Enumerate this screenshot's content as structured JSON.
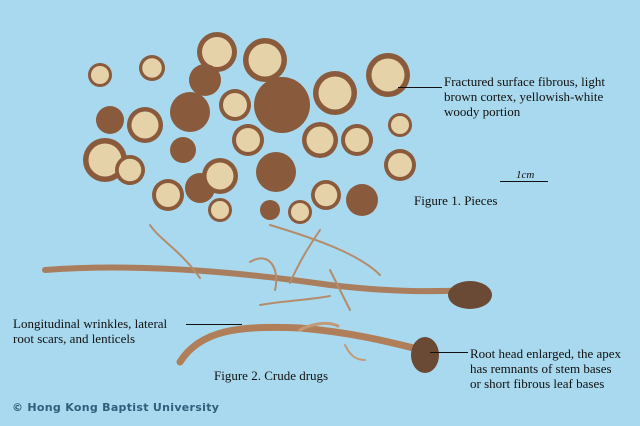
{
  "figure1": {
    "caption": "Figure 1. Pieces",
    "annotation": [
      "Fractured surface fibrous, light",
      "brown cortex, yellowish-white",
      "woody portion"
    ],
    "scale_label": "1cm"
  },
  "figure2": {
    "caption": "Figure 2. Crude drugs",
    "annotation_left": [
      "Longitudinal wrinkles, lateral",
      "root scars, and lenticels"
    ],
    "annotation_right": [
      "Root head enlarged, the apex",
      "has remnants of stem bases",
      "or short fibrous leaf bases"
    ]
  },
  "copyright": "© Hong Kong Baptist University",
  "colors": {
    "background": "#a9d9ee",
    "bark": "#8a5a3c",
    "wood": "#e6d2a8"
  }
}
